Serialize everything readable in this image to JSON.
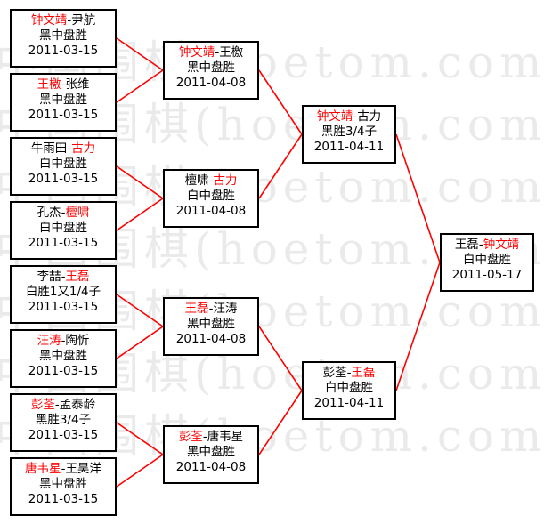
{
  "watermark": "中国围棋(hoetom.com",
  "colors": {
    "winner": "#ff0000",
    "connector": "#ff0000",
    "border": "#000000",
    "watermark": "#d2d2d2"
  },
  "rounds": {
    "r1": [
      {
        "p1": "钟文靖",
        "p2": "尹航",
        "winner": 1,
        "result": "黑中盘胜",
        "date": "2011-03-15"
      },
      {
        "p1": "王檄",
        "p2": "张维",
        "winner": 1,
        "result": "黑中盘胜",
        "date": "2011-03-15"
      },
      {
        "p1": "牛雨田",
        "p2": "古力",
        "winner": 2,
        "result": "白中盘胜",
        "date": "2011-03-15"
      },
      {
        "p1": "孔杰",
        "p2": "檀啸",
        "winner": 2,
        "result": "白中盘胜",
        "date": "2011-03-15"
      },
      {
        "p1": "李喆",
        "p2": "王磊",
        "winner": 2,
        "result": "白胜1又1/4子",
        "date": "2011-03-15"
      },
      {
        "p1": "汪涛",
        "p2": "陶忻",
        "winner": 1,
        "result": "黑中盘胜",
        "date": "2011-03-15"
      },
      {
        "p1": "彭荃",
        "p2": "孟泰龄",
        "winner": 1,
        "result": "黑胜3/4子",
        "date": "2011-03-15"
      },
      {
        "p1": "唐韦星",
        "p2": "王昊洋",
        "winner": 1,
        "result": "黑中盘胜",
        "date": "2011-03-15"
      }
    ],
    "r2": [
      {
        "p1": "钟文靖",
        "p2": "王檄",
        "winner": 1,
        "result": "黑中盘胜",
        "date": "2011-04-08"
      },
      {
        "p1": "檀啸",
        "p2": "古力",
        "winner": 2,
        "result": "白中盘胜",
        "date": "2011-04-08"
      },
      {
        "p1": "王磊",
        "p2": "汪涛",
        "winner": 1,
        "result": "黑中盘胜",
        "date": "2011-04-08"
      },
      {
        "p1": "彭荃",
        "p2": "唐韦星",
        "winner": 1,
        "result": "黑中盘胜",
        "date": "2011-04-08"
      }
    ],
    "r3": [
      {
        "p1": "钟文靖",
        "p2": "古力",
        "winner": 1,
        "result": "黑胜3/4子",
        "date": "2011-04-11"
      },
      {
        "p1": "彭荃",
        "p2": "王磊",
        "winner": 2,
        "result": "白中盘胜",
        "date": "2011-04-11"
      }
    ],
    "final": [
      {
        "p1": "王磊",
        "p2": "钟文靖",
        "winner": 2,
        "result": "白中盘胜",
        "date": "2011-05-17"
      }
    ]
  }
}
